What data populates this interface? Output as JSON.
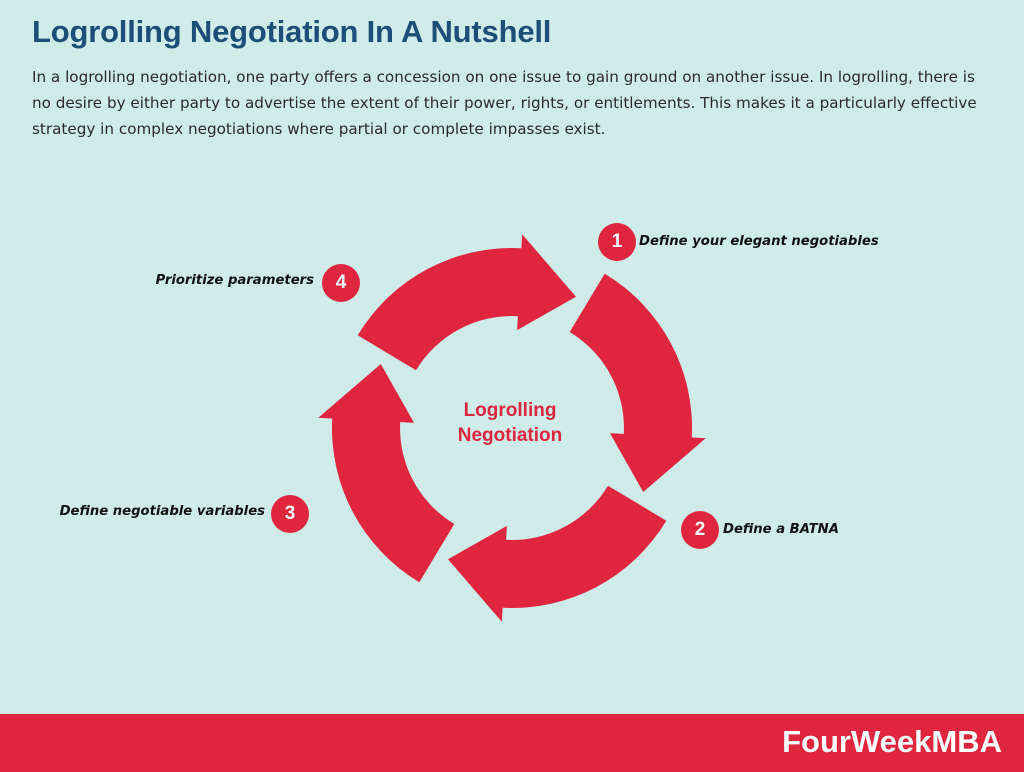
{
  "title": "Logrolling Negotiation In A Nutshell",
  "intro": "In a logrolling negotiation, one party offers a concession on one issue to gain ground on another issue. In logrolling, there is no desire by either party to advertise the extent of their power, rights, or entitlements. This makes it a particularly effective strategy in complex negotiations where partial or complete impasses exist.",
  "diagram": {
    "center_line1": "Logrolling",
    "center_line2": "Negotiation",
    "steps": [
      {
        "number": "1",
        "label": "Define your elegant negotiables"
      },
      {
        "number": "2",
        "label": "Define a BATNA"
      },
      {
        "number": "3",
        "label": "Define negotiable variables"
      },
      {
        "number": "4",
        "label": "Prioritize parameters"
      }
    ]
  },
  "colors": {
    "accent": "#e0263f",
    "background": "#cfece9",
    "title": "#1d4e78"
  },
  "footer": {
    "brand": "FourWeekMBA"
  }
}
